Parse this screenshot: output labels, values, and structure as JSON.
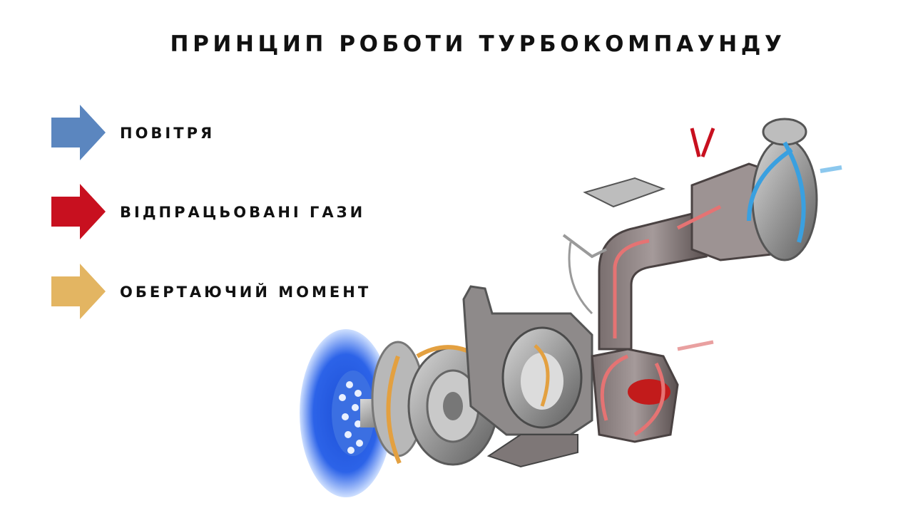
{
  "title": "ПРИНЦИП РОБОТИ ТУРБОКОМПАУНДУ",
  "legend": [
    {
      "label": "ПОВІТРЯ",
      "color": "#5b86bf",
      "icon": "arrow-right-icon"
    },
    {
      "label": "ВІДПРАЦЬОВАНІ ГАЗИ",
      "color": "#c8101f",
      "icon": "arrow-right-icon"
    },
    {
      "label": "ОБЕРТАЮЧИЙ МОМЕНТ",
      "color": "#e3b562",
      "icon": "arrow-right-icon"
    }
  ],
  "illustration": {
    "subject": "turbocompound-cutaway-illustration"
  }
}
